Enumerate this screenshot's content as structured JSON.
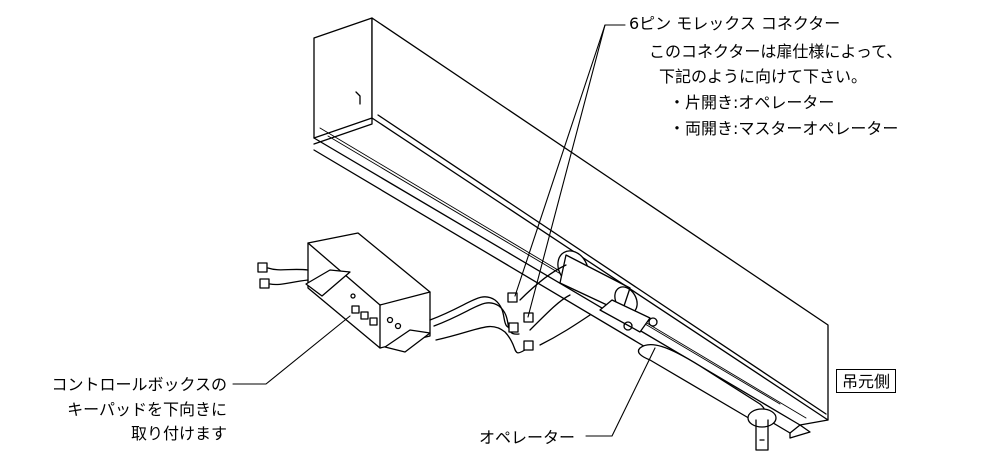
{
  "connector": {
    "title": "6ピン モレックス コネクター",
    "line1": "このコネクターは扉仕様によって、",
    "line2": "下記のように向けて下さい。",
    "bullet1": "・片開き:オペレーター",
    "bullet2": "・両開き:マスターオペレーター"
  },
  "control_box": {
    "line1": "コントロールボックスの",
    "line2": "キーパッドを下向きに",
    "line3": "取り付けます"
  },
  "operator_label": "オペレーター",
  "hinge_side_label": "吊元側"
}
